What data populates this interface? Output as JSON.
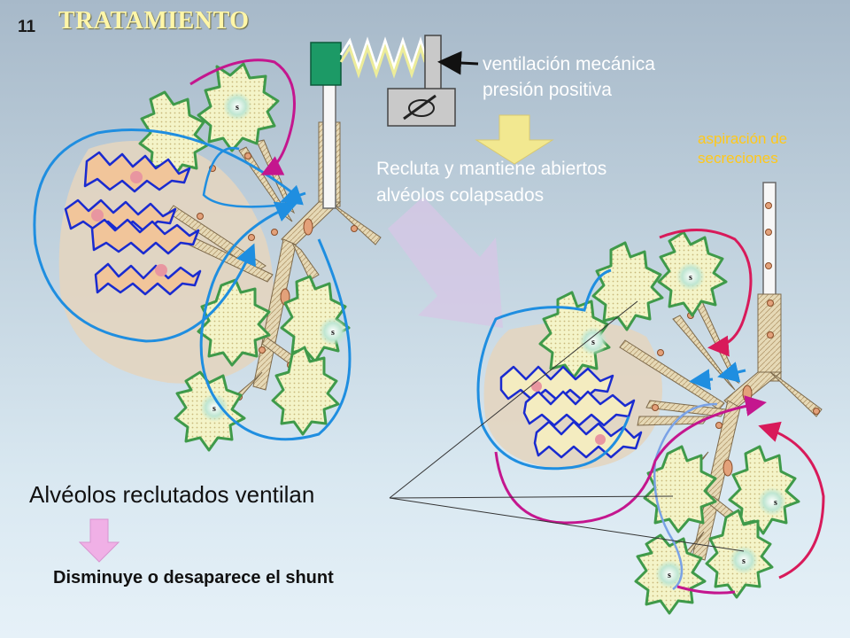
{
  "slide": {
    "number": "11",
    "title": "TRATAMIENTO"
  },
  "labels": {
    "vent_line1": "ventilación mecánica",
    "vent_line2": "presión positiva",
    "recluta_line1": "Recluta y mantiene abiertos",
    "recluta_line2": "alvéolos colapsados",
    "aspiracion_line1": "aspiración de",
    "aspiracion_line2": "secreciones",
    "alveolos_ventilan": "Alvéolos reclutados ventilan",
    "shunt": "Disminuye o desaparece el shunt",
    "alveolus_mark": "s"
  },
  "colors": {
    "title": "#fff6a8",
    "label_white": "#ffffff",
    "label_orange": "#ffc81a",
    "blue_flow": "#1f8ee0",
    "magenta_flow": "#c4168e",
    "red_flow": "#d81a5a",
    "alveolus_fill": "#f4f4c8",
    "alveolus_edge": "#3f9a4a",
    "collapsed_edge": "#1a2bd0",
    "ventilator_head": "#1c9a66"
  },
  "icons": [
    "arrow-left-icon",
    "arrow-down-icon",
    "arrow-big-right-icon"
  ]
}
